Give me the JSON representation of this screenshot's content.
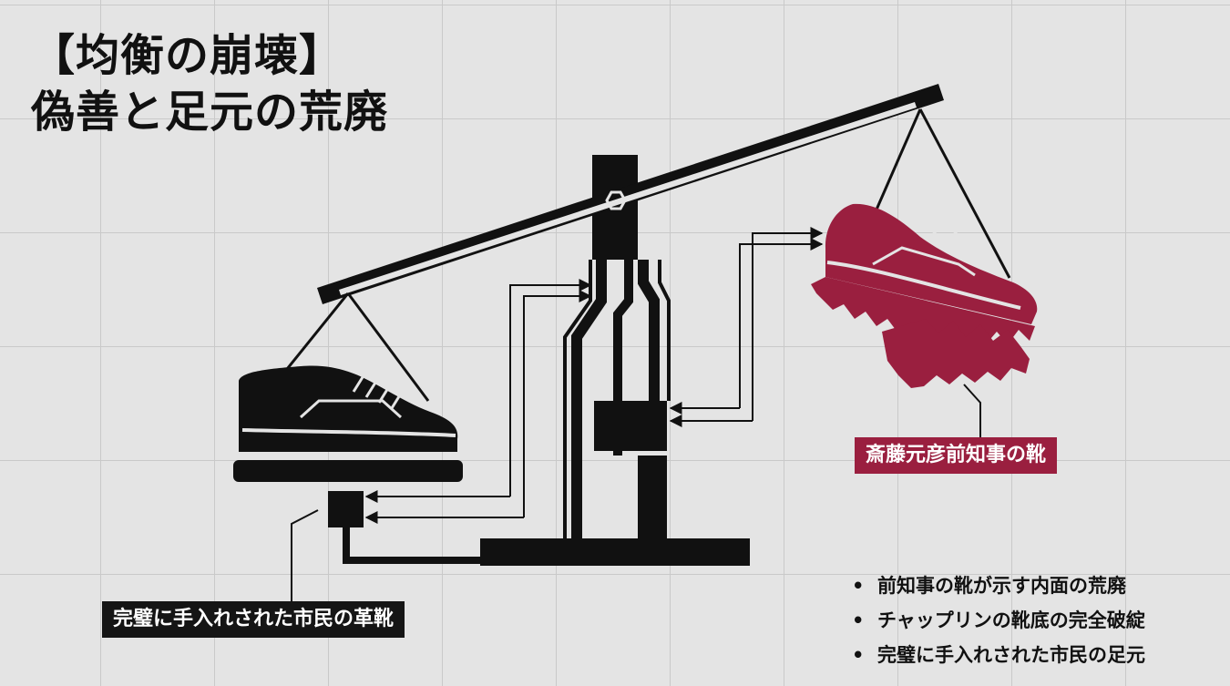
{
  "title": {
    "line1": "【均衡の崩壊】",
    "line2": "偽善と足元の荒廃"
  },
  "labels": {
    "citizen_shoes": "完璧に手入れされた市民の革靴",
    "saito_shoes": "斎藤元彦前知事の靴"
  },
  "bullets": [
    "前知事の靴が示す内面の荒廃",
    "チャップリンの靴底の完全破綻",
    "完璧に手入れされた市民の足元"
  ],
  "colors": {
    "background": "#e4e4e4",
    "grid": "#c9c9c9",
    "ink": "#111111",
    "accent_crimson": "#9a1f3f"
  },
  "icons": {
    "scale": "balance-scale-icon",
    "pivot": "hexagon-bolt-icon",
    "left_item": "leather-shoe-icon",
    "right_item": "broken-shoe-icon"
  }
}
